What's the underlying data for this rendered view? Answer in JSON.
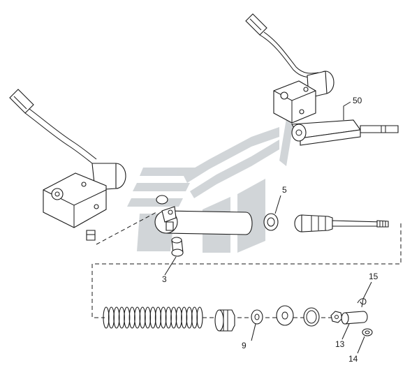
{
  "callouts": {
    "c50": "50",
    "c5": "5",
    "c3": "3",
    "c15": "15",
    "c9": "9",
    "c13": "13",
    "c14": "14"
  },
  "colors": {
    "line": "#1a1a1a",
    "watermark": "#c9ced2"
  },
  "watermark": "logo-stripes"
}
